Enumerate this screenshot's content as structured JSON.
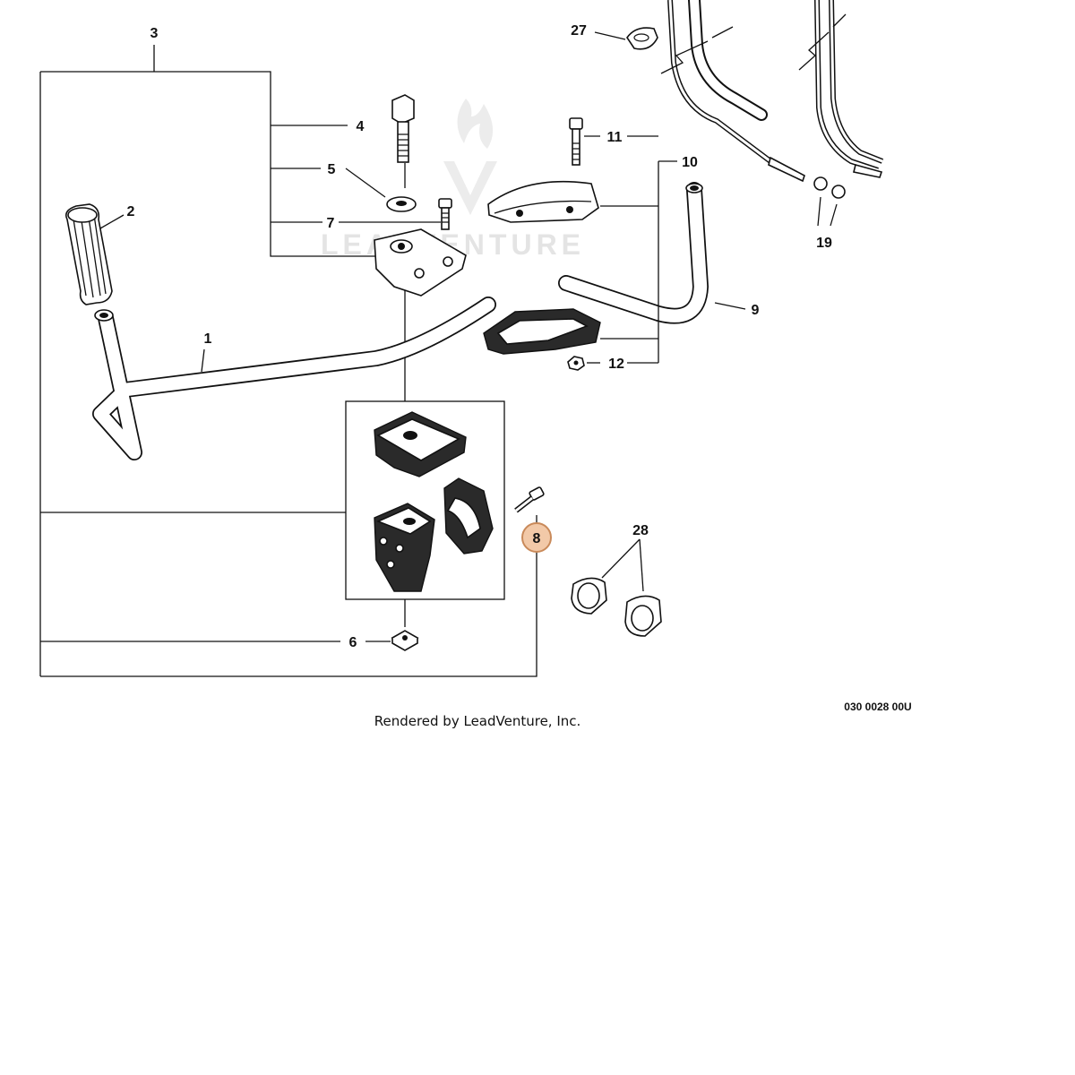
{
  "diagram": {
    "watermark": "LEADVENTURE",
    "drawing_code": "030 0028 00U",
    "credit": "Rendered by LeadVenture, Inc.",
    "highlight_color": "#f2c9a8",
    "callouts": {
      "c1": "1",
      "c2": "2",
      "c3": "3",
      "c4": "4",
      "c5": "5",
      "c6": "6",
      "c7": "7",
      "c8": "8",
      "c9": "9",
      "c10": "10",
      "c11": "11",
      "c12": "12",
      "c19": "19",
      "c27": "27",
      "c28": "28"
    }
  }
}
